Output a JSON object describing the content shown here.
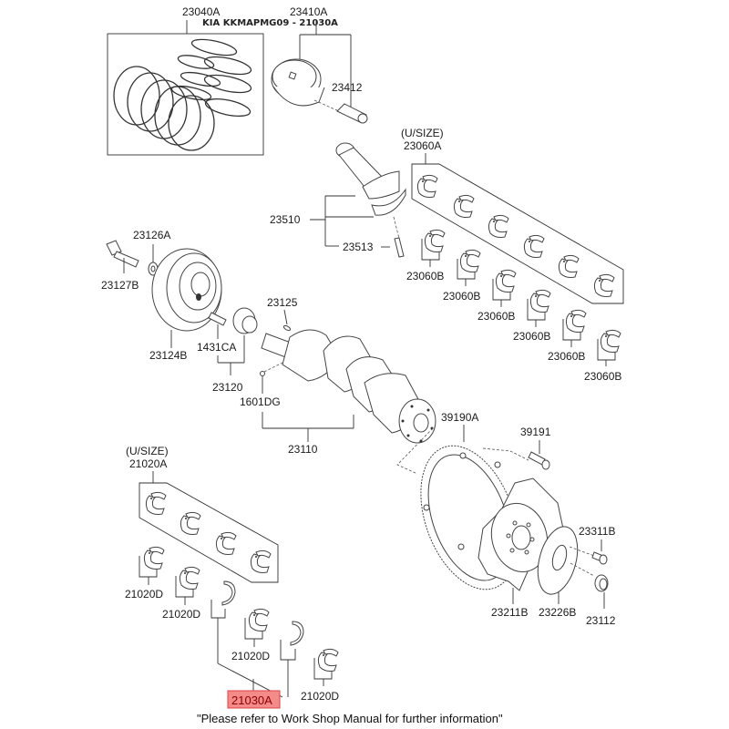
{
  "diagram": {
    "title": "KIA KKMAPMG09 - 21030A",
    "footer_note": "\"Please refer to Work Shop Manual for further information\"",
    "highlighted_part": "21030A",
    "highlight_color": "#f48b8b",
    "labels": {
      "piston_ring_set": "23040A",
      "piston_assy": "23410A",
      "piston_pin": "23412",
      "upper_usize_note": "(U/SIZE)",
      "conrod_bearing_set": "23060A",
      "conrod_assy": "23510",
      "conrod_bolt": "23513",
      "conrod_bearing_1": "23060B",
      "conrod_bearing_2": "23060B",
      "conrod_bearing_3": "23060B",
      "conrod_bearing_4": "23060B",
      "conrod_bearing_5": "23060B",
      "conrod_bearing_6": "23060B",
      "pulley_washer": "23126A",
      "pulley_bolt": "23127B",
      "damper_pulley": "23124B",
      "key": "23125",
      "pin": "1431CA",
      "sprocket": "23120",
      "plug": "1601DG",
      "crankshaft": "23110",
      "ring_gear": "39190A",
      "ring_gear_bolt": "39191",
      "drive_plate_bolt": "23311B",
      "drive_plate": "23211B",
      "adapter_plate": "23226B",
      "bushing": "23112",
      "lower_usize_note": "(U/SIZE)",
      "main_bearing_set": "21020A",
      "main_bearing_1": "21020D",
      "main_bearing_2": "21020D",
      "main_bearing_3": "21020D",
      "main_bearing_4": "21020D",
      "thrust_washer": "21030A"
    }
  }
}
